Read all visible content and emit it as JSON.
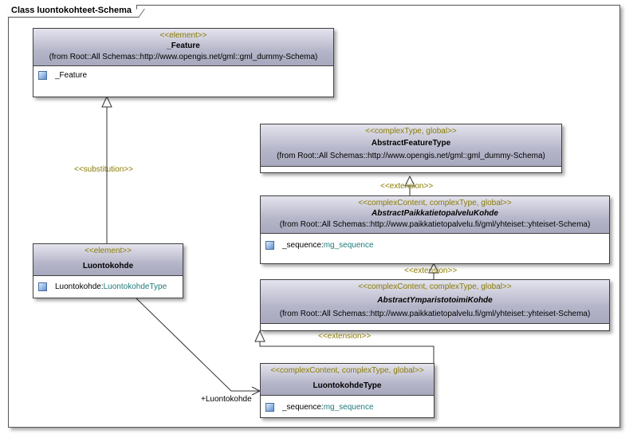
{
  "frame": {
    "title": "Class luontokohteet-Schema"
  },
  "classes": {
    "feature": {
      "stereotype": "<<element>>",
      "name": "_Feature",
      "from": "(from Root::All Schemas::http://www.opengis.net/gml::gml_dummy-Schema)",
      "attributes": [
        {
          "name": "_Feature",
          "type": ""
        }
      ]
    },
    "abstract_feature_type": {
      "stereotype": "<<complexType, global>>",
      "name": "AbstractFeatureType",
      "from": "(from Root::All Schemas::http://www.opengis.net/gml::gml_dummy-Schema)",
      "attributes": []
    },
    "abstract_paikkatieto": {
      "stereotype": "<<complexContent, complexType, global>>",
      "name": "AbstractPaikkatietopalveluKohde",
      "from": "(from Root::All Schemas::http://www.paikkatietopalvelu.fi/gml/yhteiset::yhteiset-Schema)",
      "attributes": [
        {
          "name": "_sequence:",
          "type": "mg_sequence"
        }
      ]
    },
    "abstract_ymparisto": {
      "stereotype": "<<complexContent, complexType, global>>",
      "name": "AbstractYmparistotoimiKohde",
      "from": "(from Root::All Schemas::http://www.paikkatietopalvelu.fi/gml/yhteiset::yhteiset-Schema)",
      "attributes": []
    },
    "luontokohde": {
      "stereotype": "<<element>>",
      "name": "Luontokohde",
      "attributes": [
        {
          "name": "Luontokohde:",
          "type": "LuontokohdeType"
        }
      ]
    },
    "luontokohde_type": {
      "stereotype": "<<complexContent, complexType, global>>",
      "name": "LuontokohdeType",
      "attributes": [
        {
          "name": "_sequence:",
          "type": "mg_sequence"
        }
      ]
    }
  },
  "labels": {
    "substitution": "<<substitution>>",
    "extension_1": "<<extension>>",
    "extension_2": "<<extension>>",
    "extension_3": "<<extension>>",
    "role": "+Luontokohde"
  },
  "colors": {
    "stereotype": "#8a7a00",
    "type_ref": "#1f7a7a",
    "header": "#b6b6ca"
  }
}
